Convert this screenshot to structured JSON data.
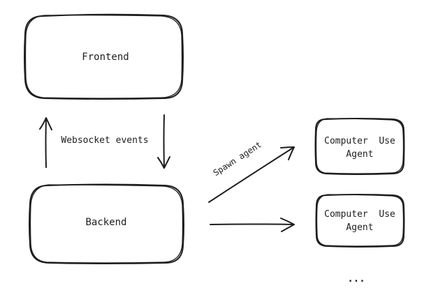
{
  "nodes": {
    "frontend": {
      "label": "Frontend"
    },
    "backend": {
      "label": "Backend"
    },
    "agent_1": {
      "line1": "Computer  Use",
      "line2": "Agent"
    },
    "agent_2": {
      "line1": "Computer  Use",
      "line2": "Agent"
    }
  },
  "edges": {
    "websocket": {
      "label": "Websocket events"
    },
    "spawn": {
      "label": "Spawn agent"
    }
  },
  "ellipsis": "...",
  "colors": {
    "stroke": "#1e1e1e",
    "background": "#ffffff"
  }
}
